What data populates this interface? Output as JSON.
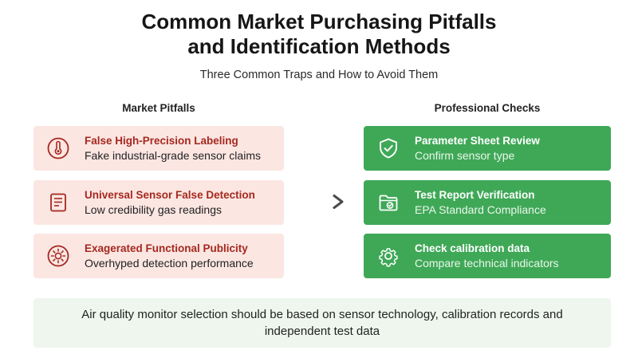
{
  "title": {
    "line1": "Common Market Purchasing Pitfalls",
    "line2": "and Identification Methods"
  },
  "subtitle": "Three Common Traps and How to Avoid Them",
  "columns": {
    "left_heading": "Market Pitfalls",
    "right_heading": "Professional Checks"
  },
  "pitfalls": [
    {
      "title": "False High-Precision Labeling",
      "desc": "Fake industrial-grade sensor claims",
      "icon": "thermometer-icon"
    },
    {
      "title": "Universal Sensor False Detection",
      "desc": "Low credibility gas readings",
      "icon": "document-list-icon"
    },
    {
      "title": "Exagerated Functional Publicity",
      "desc": "Overhyped detection performance",
      "icon": "sun-burst-icon"
    }
  ],
  "checks": [
    {
      "title": "Parameter Sheet Review",
      "desc": "Confirm sensor type",
      "icon": "shield-check-icon"
    },
    {
      "title": "Test Report Verification",
      "desc": "EPA Standard Compliance",
      "icon": "report-folder-icon"
    },
    {
      "title": "Check calibration data",
      "desc": "Compare technical indicators",
      "icon": "gear-icon"
    }
  ],
  "conclusion": "Air quality monitor selection should be based on sensor technology, calibration records and independent test data",
  "colors": {
    "pitfall_bg": "#fbe6e2",
    "pitfall_accent": "#a5291f",
    "check_bg": "#3fa857",
    "note_bg": "#eef6ee"
  }
}
